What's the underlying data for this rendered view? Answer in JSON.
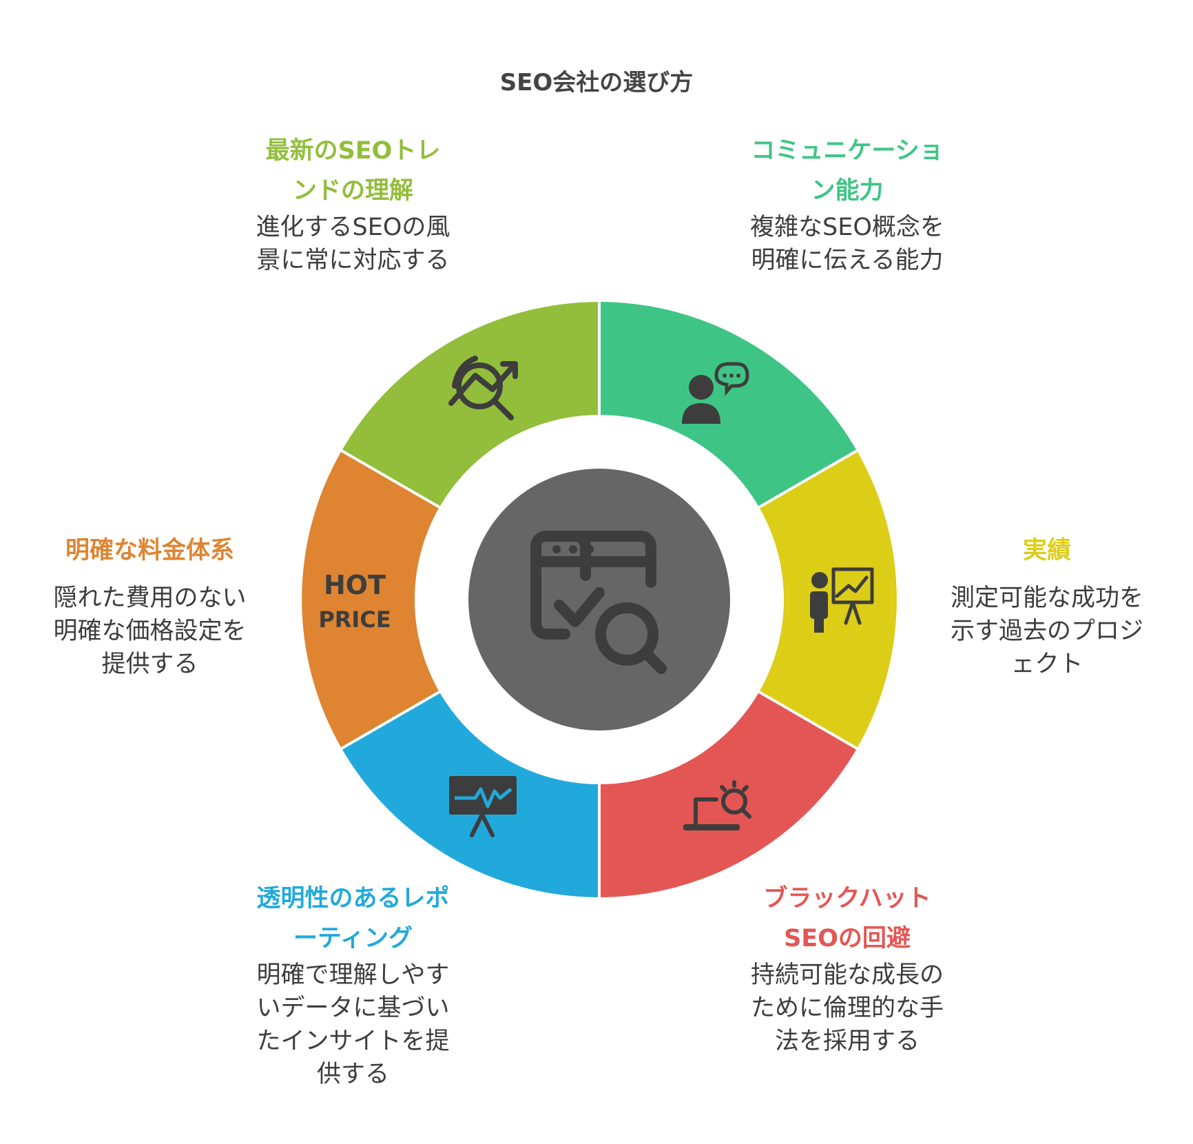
{
  "title": "SEO会社の選び方",
  "colors": {
    "green": "#92be3b",
    "teal": "#3ec585",
    "yellow": "#dccd17",
    "red": "#e45654",
    "blue": "#21a9db",
    "orange": "#df8431",
    "hub": "#666666",
    "icon": "#3d3d3d"
  },
  "items": [
    {
      "key": "green",
      "heading": "最新のSEOトレンドの理解",
      "heading_lines": [
        "最新のSEOトレ",
        "ンドの理解"
      ],
      "desc_lines": [
        "進化するSEOの風",
        "景に常に対応する"
      ],
      "icon": "trend-search-icon"
    },
    {
      "key": "teal",
      "heading": "コミュニケーション能力",
      "heading_lines": [
        "コミュニケーショ",
        "ン能力"
      ],
      "desc_lines": [
        "複雑なSEO概念を",
        "明確に伝える能力"
      ],
      "icon": "person-chat-icon"
    },
    {
      "key": "yellow",
      "heading": "実績",
      "heading_lines": [
        "実績"
      ],
      "desc_lines": [
        "測定可能な成功を",
        "示す過去のプロジ",
        "ェクト"
      ],
      "icon": "presenter-chart-icon"
    },
    {
      "key": "red",
      "heading": "ブラックハットSEOの回避",
      "heading_lines": [
        "ブラックハット",
        "SEOの回避"
      ],
      "desc_lines": [
        "持続可能な成長の",
        "ために倫理的な手",
        "法を採用する"
      ],
      "icon": "laptop-search-icon"
    },
    {
      "key": "blue",
      "heading": "透明性のあるレポーティング",
      "heading_lines": [
        "透明性のあるレポ",
        "ーティング"
      ],
      "desc_lines": [
        "明確で理解しやす",
        "いデータに基づい",
        "たインサイトを提",
        "供する"
      ],
      "icon": "monitor-report-icon"
    },
    {
      "key": "orange",
      "heading": "明確な料金体系",
      "heading_lines": [
        "明確な料金体系"
      ],
      "desc_lines": [
        "隠れた費用のない",
        "明確な価格設定を",
        "提供する"
      ],
      "icon": "hot-price-icon"
    }
  ],
  "hot_price": {
    "line1": "HOT",
    "line2": "PRICE"
  },
  "hub_icon": "browser-check-search-icon"
}
